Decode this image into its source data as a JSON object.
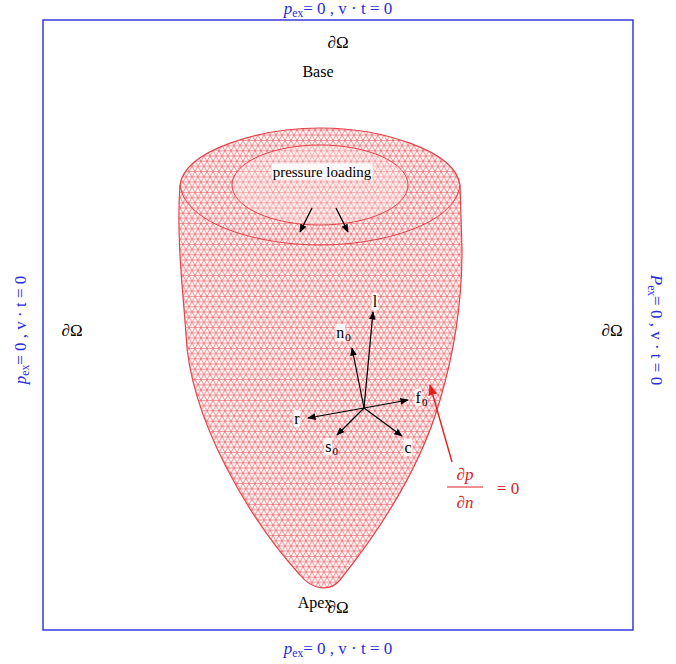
{
  "diagram": {
    "labels": [
      "p",
      "ex",
      "= 0 , v · t = 0",
      "∂Ω",
      "Base",
      "pressure loading",
      "p",
      "ex",
      "= 0 , v · t = 0",
      "∂Ω",
      "l",
      "n",
      "0",
      "r",
      "f",
      "0",
      "s",
      "0",
      "c",
      "∂Ω",
      "P",
      "ex",
      "= 0 , v · t = 0",
      "∂p",
      "∂n",
      "= 0",
      "Apex",
      "∂Ω",
      "p",
      "ex",
      "= 0 , v · t = 0"
    ]
  }
}
